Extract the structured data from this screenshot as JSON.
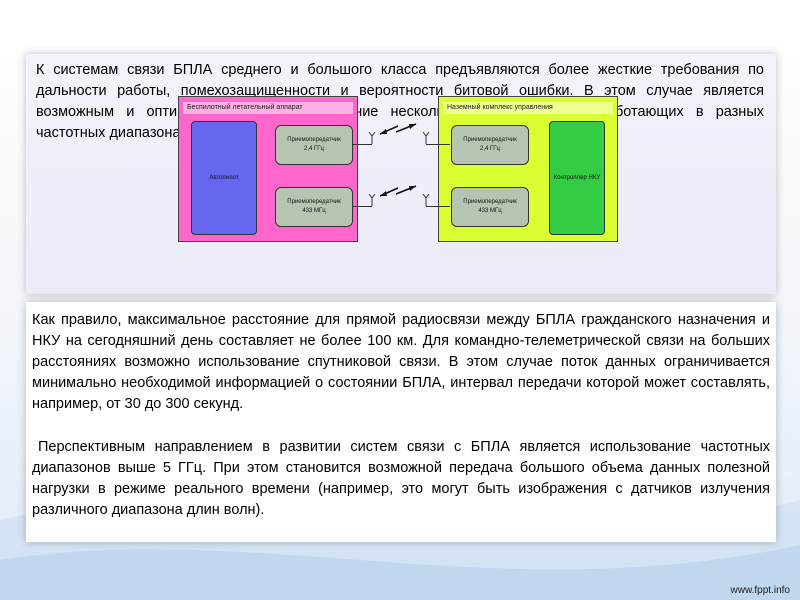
{
  "slide": {
    "paragraph_1": "К системам связи БПЛА среднего и большого класса предъявляются более жесткие требования по дальности работы, помехозащищенности и вероятности битовой ошибки. В этом случае является возможным и оптимальным комплексирование нескольких каналов связи, работающих в разных частотных диапазонах.",
    "paragraph_2": "Как правило, максимальное расстояние для прямой радиосвязи между БПЛА гражданского назначения и НКУ на сегодняшний день составляет не более 100 км. Для командно-телеметрической связи на больших расстояниях возможно использование спутниковой связи. В этом случае поток данных ограничивается минимально необходимой информацией о состоянии БПЛА, интервал передачи которой может составлять, например, от 30 до 300 секунд.",
    "paragraph_3": "Перспективным направлением в развитии систем связи с БПЛА является использование частотных диапазонов выше 5 ГГц. При этом становится возможной передача большого объема данных полезной нагрузки в режиме реального времени (например, это могут быть изображения с датчиков излучения различного диапазона длин волн).",
    "footer": "www.fppt.info"
  },
  "diagram": {
    "left_panel": {
      "title": "Беспилотный летательный аппарат",
      "main_block": "Автопилот",
      "transceiver_1": [
        "Приемопередатчик",
        "2,4 ГГц"
      ],
      "transceiver_2": [
        "Приемопередатчик",
        "433 МГц"
      ]
    },
    "right_panel": {
      "title": "Наземный комплекс управления",
      "main_block": "Контроллер НКУ",
      "transceiver_1": [
        "Приемопередатчик",
        "2,4 ГГц"
      ],
      "transceiver_2": [
        "Приемопередатчик",
        "433 МГц"
      ]
    },
    "colors": {
      "left_panel": "#ff66cc",
      "right_panel": "#d9ff33",
      "autopilot": "#6666ee",
      "controller": "#33cc44",
      "transceiver": "#b8c4b2"
    },
    "icons": [
      "antenna-icon",
      "radio-link-arrows-icon"
    ]
  }
}
